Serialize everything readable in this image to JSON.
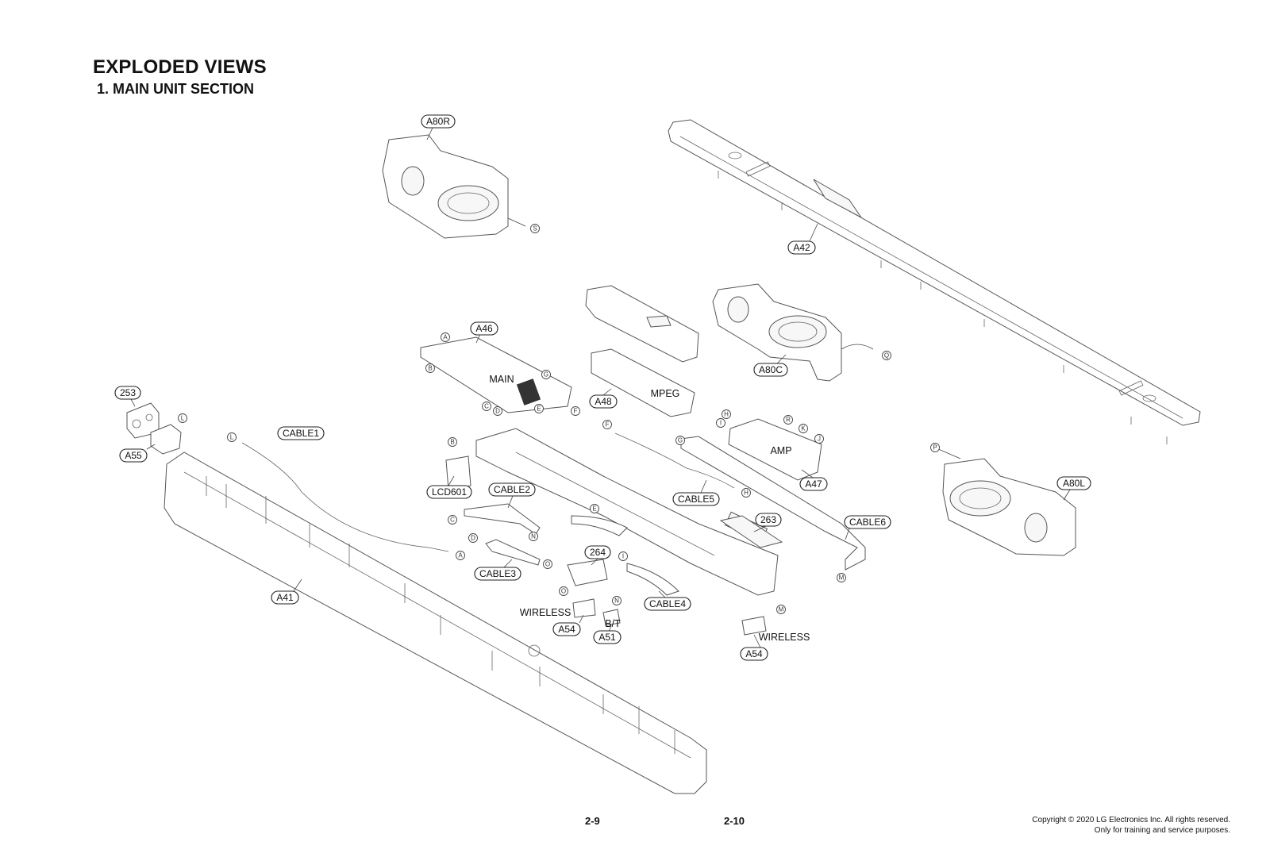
{
  "header": {
    "title": "EXPLODED VIEWS",
    "subtitle": "1. MAIN UNIT SECTION"
  },
  "footer": {
    "page_left": "2-9",
    "page_right": "2-10",
    "copyright_line1": "Copyright © 2020 LG Electronics Inc. All rights reserved.",
    "copyright_line2": "Only for training and service purposes."
  },
  "part_tags": [
    "A80R",
    "A42",
    "A46",
    "A80C",
    "A48",
    "253",
    "CABLE1",
    "A55",
    "A47",
    "A80L",
    "LCD601",
    "CABLE2",
    "CABLE5",
    "263",
    "CABLE6",
    "264",
    "CABLE3",
    "A41",
    "CABLE4",
    "A54",
    "A51",
    "A54"
  ],
  "board_labels": [
    "MAIN",
    "MPEG",
    "AMP",
    "WIRELESS",
    "B/T",
    "WIRELESS"
  ],
  "connector_letters": [
    "S",
    "A",
    "B",
    "G",
    "C",
    "D",
    "E",
    "F",
    "Q",
    "L",
    "L",
    "B",
    "F",
    "G",
    "H",
    "I",
    "R",
    "K",
    "J",
    "H",
    "C",
    "N",
    "D",
    "O",
    "A",
    "E",
    "I",
    "O",
    "N",
    "M",
    "M",
    "P"
  ]
}
